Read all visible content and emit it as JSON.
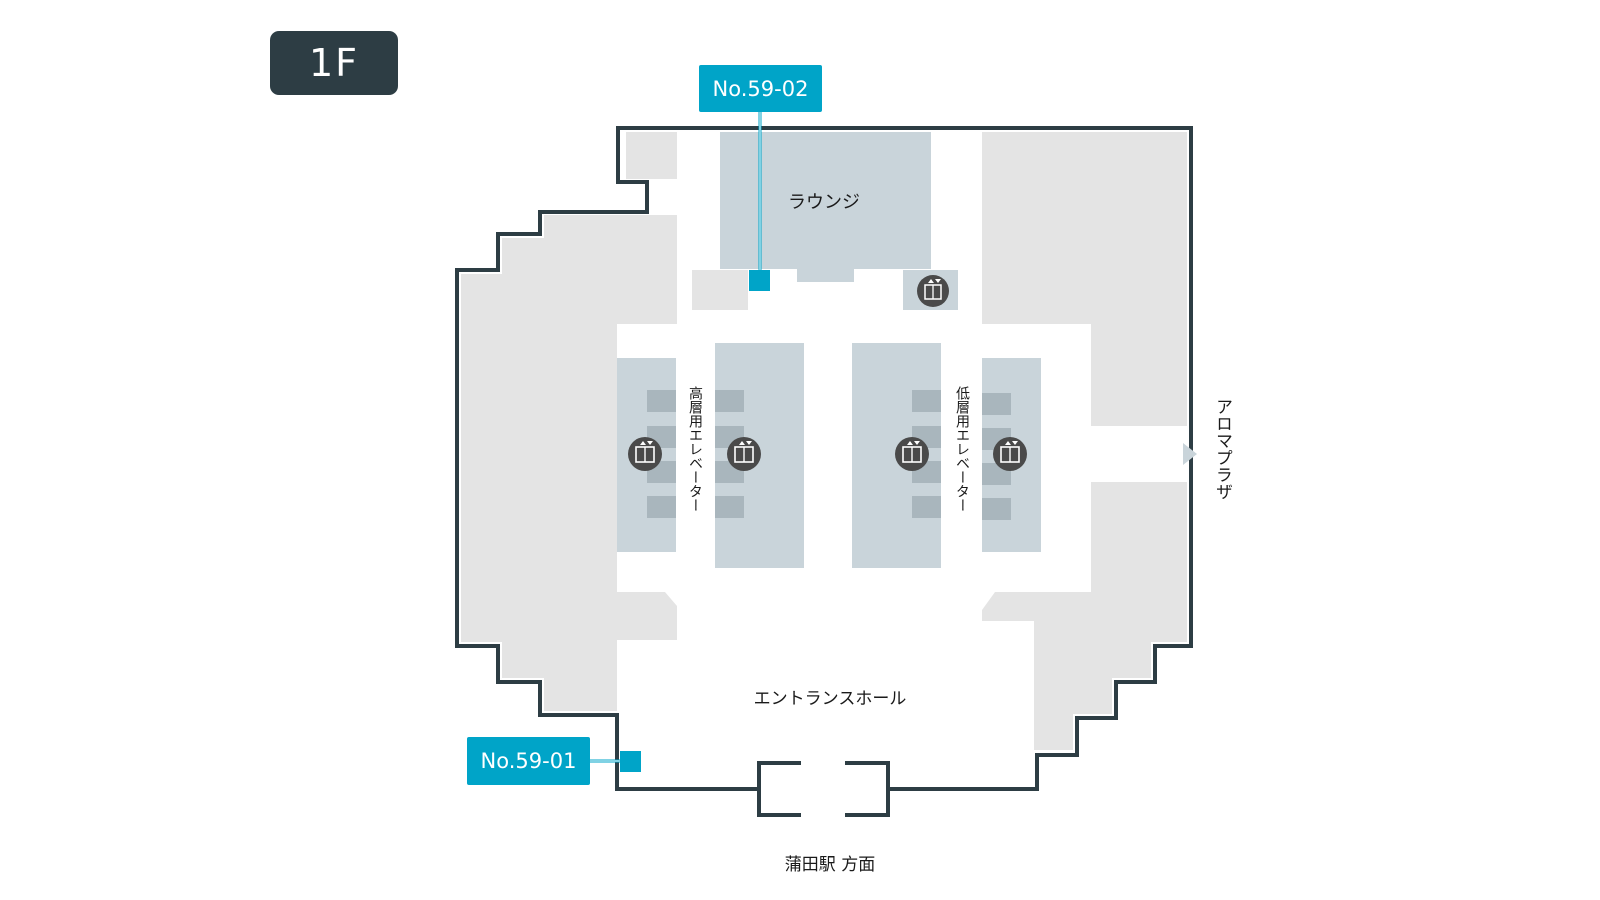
{
  "floor": {
    "label": "1F"
  },
  "markers": [
    {
      "id": "no-59-02",
      "label": "No.59-02"
    },
    {
      "id": "no-59-01",
      "label": "No.59-01"
    }
  ],
  "areas": {
    "lounge": "ラウンジ",
    "high_elevator": "高層用エレベーター",
    "low_elevator": "低層用エレベーター",
    "entrance_hall": "エントランスホール",
    "aroma_plaza": "アロマプラザ",
    "direction": "蒲田駅 方面"
  },
  "colors": {
    "wall": "#2d3d44",
    "tenant": "#e4e4e4",
    "core": "#c9d4da",
    "core_dark": "#a9b6bd",
    "marker": "#00a4c8",
    "badge": "#2d3d44"
  },
  "icons": [
    "elevator-icon",
    "arrow-right-icon"
  ]
}
